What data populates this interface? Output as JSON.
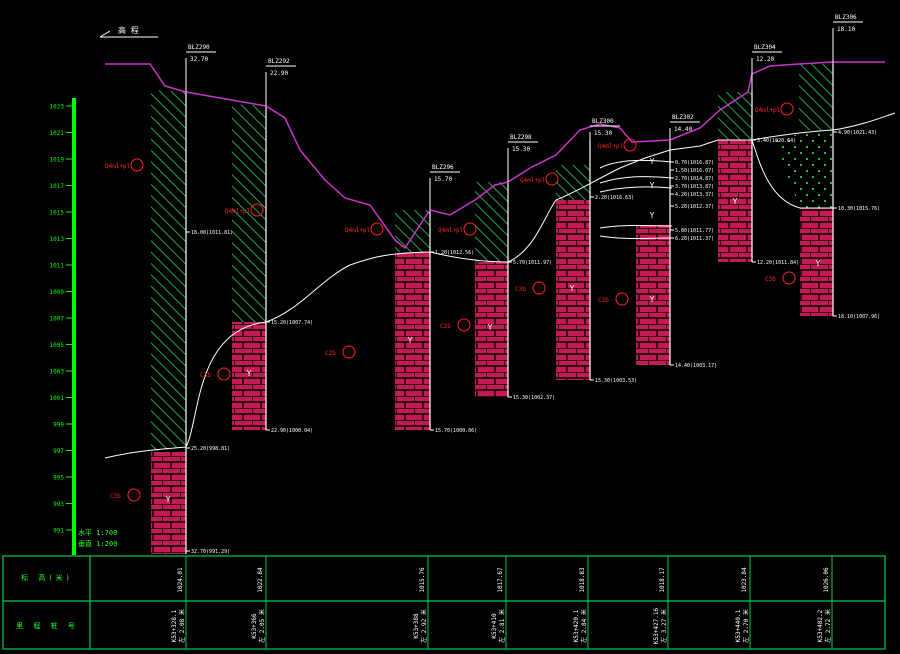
{
  "header": {
    "label": "高 程"
  },
  "colors": {
    "background": "#000000",
    "ground_line": "#cc33cc",
    "stratum_line": "#ffffff",
    "scale_bar": "#00ff00",
    "fill_hatch": "#1aa84a",
    "rock_brick": "#c41a55",
    "annotation": "#ff2222",
    "dimension_text": "#ffffff",
    "table_line": "#00cc44"
  },
  "scale": {
    "ticks": [
      "1023",
      "1021",
      "1019",
      "1017",
      "1015",
      "1013",
      "1011",
      "1009",
      "1007",
      "1005",
      "1003",
      "1001",
      "999",
      "997",
      "995",
      "993",
      "991"
    ],
    "horizontal": "水平  1:700",
    "vertical": "垂直  1:200"
  },
  "boreholes": [
    {
      "id": "BLZ290",
      "depth": "32.70",
      "stratum_depths": [
        "18.00(1011.81)",
        "25.20(998.81)",
        "32.70(991.29)"
      ],
      "row1": "1024.01",
      "row2": "K53+328.1",
      "row3": "左 2.08 米"
    },
    {
      "id": "BLZ292",
      "depth": "22.90",
      "stratum_depths": [
        "15.20(1007.74)",
        "22.90(1000.04)"
      ],
      "row1": "1022.84",
      "row2": "K53+366",
      "row3": "左 2.05 米"
    },
    {
      "id": "BLZ296",
      "depth": "15.70",
      "stratum_depths": [
        "1.20(1012.56)",
        "15.70(1000.06)"
      ],
      "row1": "1015.76",
      "row2": "K53+388",
      "row3": "左 2.92 米"
    },
    {
      "id": "BLZ298",
      "depth": "15.30",
      "stratum_depths": [
        "5.70(1011.97)",
        "15.30(1002.37)"
      ],
      "row1": "1017.67",
      "row2": "K53+410",
      "row3": "左 2.81 米"
    },
    {
      "id": "BLZ300",
      "depth": "15.30",
      "stratum_depths": [
        "2.20(1016.63)",
        "15.30(1003.53)"
      ],
      "row1": "1018.83",
      "row2": "K53+420.1",
      "row3": "左 2.84 米"
    },
    {
      "id": "BLZ302",
      "depth": "14.40",
      "stratum_depths": [
        "0.70(1016.87)",
        "1.50(1016.07)",
        "2.70(1014.87)",
        "3.70(1013.87)",
        "4.20(1013.37)",
        "5.20(1012.37)",
        "5.80(1011.77)",
        "6.20(1011.37)",
        "14.40(1003.17)"
      ],
      "row1": "1018.17",
      "row2": "K53+427.16",
      "row3": "左 3.27 米"
    },
    {
      "id": "BLZ304",
      "depth": "12.20",
      "stratum_depths": [
        "3.40(1020.64)",
        "12.20(1011.84)"
      ],
      "row1": "1023.84",
      "row2": "K53+440.1",
      "row3": "左 2.70 米"
    },
    {
      "id": "BLZ306",
      "depth": "18.10",
      "stratum_depths": [
        "4.90(1021.43)",
        "10.30(1015.76)",
        "18.10(1007.96)"
      ],
      "row1": "1026.06",
      "row2": "K53+482.2",
      "row3": "左 2.72 米"
    }
  ],
  "strata": {
    "fill": "Q4ml+pl",
    "rock_early": "C2b",
    "rock_late": "C3b",
    "rock_symbol": "Y"
  },
  "table": {
    "row1_label": "标 高(米)",
    "row2_label": "里 程 桩 号"
  }
}
